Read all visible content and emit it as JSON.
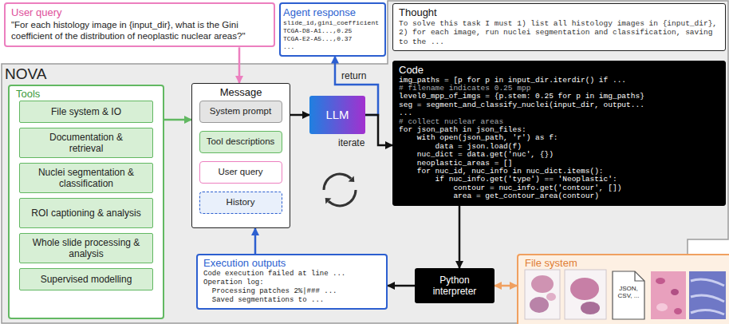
{
  "diagram": {
    "nodes": [
      {
        "text": [
          "User query",
          "\"For each histology image in {input_dir}, what is the Gini coefficient of the distribution of neoplastic nuclear areas?\""
        ]
      },
      {
        "text": [
          "Agent response",
          "slide_id,gini_coefficient",
          "TCGA-D8-A1...,0.25",
          "TCGA-E2-A5...,0.37",
          "..."
        ]
      },
      {
        "text": [
          "Thought",
          "To solve this task I must 1) list all histology images in {input_dir}, 2) for each image, run nuclei segmentation and classification, saving to the ..."
        ]
      },
      {
        "text": [
          "Code",
          "img_paths = [p for p in input_dir.iterdir() if ...",
          "# filename indicates 0.25 mpp",
          "level0_mpp_of_imgs = {p.stem: 0.25 for p in img_paths}",
          "seg = segment_and_classify_nuclei(input_dir, output...",
          "...",
          "# collect nuclear areas",
          "for json_path in json_files:",
          "    with open(json_path, 'r') as f:",
          "        data = json.load(f)",
          "    nuc_dict = data.get('nuc', {})",
          "    neoplastic_areas = []",
          "    for nuc_id, nuc_info in nuc_dict.items():",
          "        if nuc_info.get('type') == 'Neoplastic':",
          "            contour = nuc_info.get('contour', [])",
          "            area = get_contour_area(contour)"
        ]
      },
      {
        "text": [
          "Tools"
        ]
      },
      {
        "text": [
          "File system & IO"
        ],
        "in": 4
      },
      {
        "text": [
          "Documentation & retrieval"
        ],
        "in": 4
      },
      {
        "text": [
          "Nuclei segmentation & classification"
        ],
        "in": 4
      },
      {
        "text": [
          "ROI captioning & analysis"
        ],
        "in": 4
      },
      {
        "text": [
          "Whole slide processing & analysis"
        ],
        "in": 4
      },
      {
        "text": [
          "Supervised modelling"
        ],
        "in": 4
      },
      {
        "text": [
          "Message"
        ]
      },
      {
        "text": [
          "System prompt"
        ],
        "in": 11
      },
      {
        "text": [
          "Tool descriptions"
        ],
        "in": 11
      },
      {
        "text": [
          "User query"
        ],
        "in": 11
      },
      {
        "text": [
          "History"
        ],
        "in": 11
      },
      {
        "text": [
          "LLM"
        ]
      },
      {
        "text": [
          "Execution outputs",
          "Code execution failed at line ...",
          "Operation log:",
          "  Processing patches 2%|### ...",
          "  Saved segmentations to ..."
        ]
      },
      {
        "text": [
          "Python interpreter"
        ]
      },
      {
        "text": [
          "File system"
        ]
      }
    ],
    "edges": [
      {
        "from": 0,
        "to": 11,
        "arrow": "to"
      },
      {
        "from": 4,
        "to": 11,
        "arrow": "to"
      },
      {
        "from": 11,
        "to": 16,
        "arrow": "to"
      },
      {
        "from": 16,
        "to": 1,
        "arrow": "to",
        "label": "return"
      },
      {
        "from": 16,
        "to": 3,
        "arrow": "to",
        "label": "iterate"
      },
      {
        "from": 3,
        "to": 18,
        "arrow": "to"
      },
      {
        "from": 18,
        "to": 17,
        "arrow": "to"
      },
      {
        "from": 17,
        "to": 11,
        "arrow": "to"
      },
      {
        "from": 18,
        "to": 19,
        "arrow": "both"
      }
    ],
    "labels": [
      "NOVA",
      "JSON, CSV, ..."
    ]
  }
}
